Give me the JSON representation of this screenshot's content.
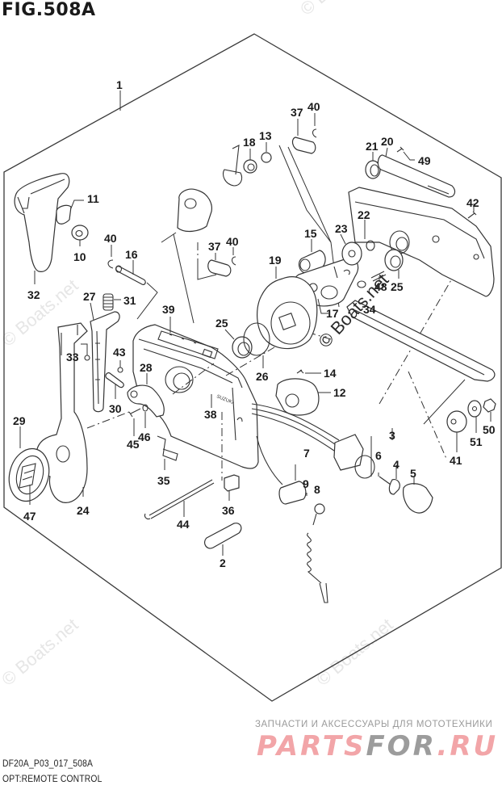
{
  "figure": {
    "title": "FIG.508A",
    "code": "DF20A_P03_017_508A",
    "caption": "OPT:REMOTE CONTROL"
  },
  "watermarks": {
    "boats": "© Boats.net"
  },
  "advert": {
    "tagline": "ЗАПЧАСТИ И АКСЕССУАРЫ ДЛЯ МОТОТЕХНИКИ",
    "logo_part1": "PARTS",
    "logo_part2": "FOR",
    "logo_part3": ".RU",
    "colors": {
      "pink": "#f2a5a8",
      "grey": "#9c9c9c"
    }
  },
  "parts": {
    "p1": "1",
    "p2": "2",
    "p3": "3",
    "p4": "4",
    "p5": "5",
    "p6": "6",
    "p7": "7",
    "p8": "8",
    "p9": "9",
    "p10": "10",
    "p11": "11",
    "p12": "12",
    "p13": "13",
    "p14": "14",
    "p15": "15",
    "p16": "16",
    "p17": "17",
    "p18": "18",
    "p19": "19",
    "p20": "20",
    "p21": "21",
    "p22": "22",
    "p23": "23",
    "p24": "24",
    "p25a": "25",
    "p25b": "25",
    "p26": "26",
    "p27": "27",
    "p28": "28",
    "p29": "29",
    "p30": "30",
    "p31": "31",
    "p32": "32",
    "p33": "33",
    "p34": "34",
    "p35": "35",
    "p36": "36",
    "p37a": "37",
    "p37b": "37",
    "p38": "38",
    "p39": "39",
    "p40a": "40",
    "p40b": "40",
    "p40c": "40",
    "p41": "41",
    "p42": "42",
    "p43": "43",
    "p44": "44",
    "p45": "45",
    "p46": "46",
    "p47": "47",
    "p48": "48",
    "p49": "49",
    "p50": "50",
    "p51": "51"
  },
  "labels": {
    "brand_on_housing": "SUZUKI"
  }
}
